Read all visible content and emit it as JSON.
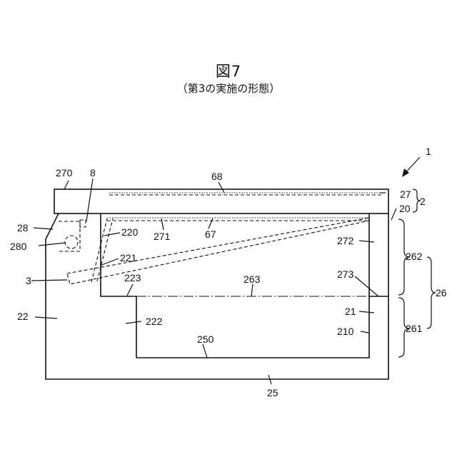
{
  "figure": {
    "title": "図7",
    "subtitle": "（第3の実施の形態）"
  },
  "labels": {
    "l1": "1",
    "l2": "2",
    "l3": "3",
    "l8": "8",
    "l20": "20",
    "l21": "21",
    "l22": "22",
    "l25": "25",
    "l26": "26",
    "l27": "27",
    "l28": "28",
    "l67": "67",
    "l68": "68",
    "l210": "210",
    "l220": "220",
    "l221": "221",
    "l222": "222",
    "l223": "223",
    "l250": "250",
    "l261": "261",
    "l262": "262",
    "l263": "263",
    "l270": "270",
    "l271": "271",
    "l272": "272",
    "l273": "273",
    "l280": "280"
  }
}
